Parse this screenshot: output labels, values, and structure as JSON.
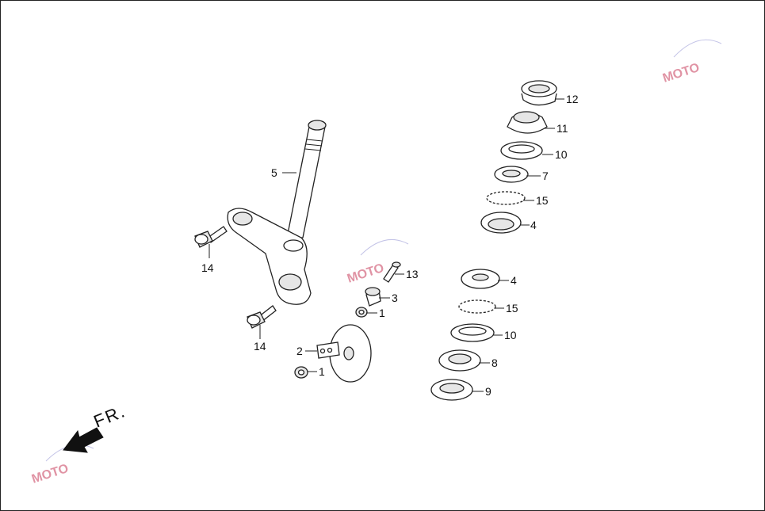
{
  "diagram": {
    "direction_label": "FR.",
    "callouts": [
      {
        "id": "c12",
        "text": "12"
      },
      {
        "id": "c11",
        "text": "11"
      },
      {
        "id": "c10a",
        "text": "10"
      },
      {
        "id": "c7",
        "text": "7"
      },
      {
        "id": "c15a",
        "text": "15"
      },
      {
        "id": "c4a",
        "text": "4"
      },
      {
        "id": "c5",
        "text": "5"
      },
      {
        "id": "c14a",
        "text": "14"
      },
      {
        "id": "c14b",
        "text": "14"
      },
      {
        "id": "c13",
        "text": "13"
      },
      {
        "id": "c3",
        "text": "3"
      },
      {
        "id": "c1a",
        "text": "1"
      },
      {
        "id": "c2",
        "text": "2"
      },
      {
        "id": "c1b",
        "text": "1"
      },
      {
        "id": "c4b",
        "text": "4"
      },
      {
        "id": "c15b",
        "text": "15"
      },
      {
        "id": "c10b",
        "text": "10"
      },
      {
        "id": "c8",
        "text": "8"
      },
      {
        "id": "c9",
        "text": "9"
      }
    ]
  },
  "watermark": {
    "text": "MOTO",
    "color": "#c83c5a"
  },
  "colors": {
    "line": "#222222",
    "background": "#ffffff"
  }
}
